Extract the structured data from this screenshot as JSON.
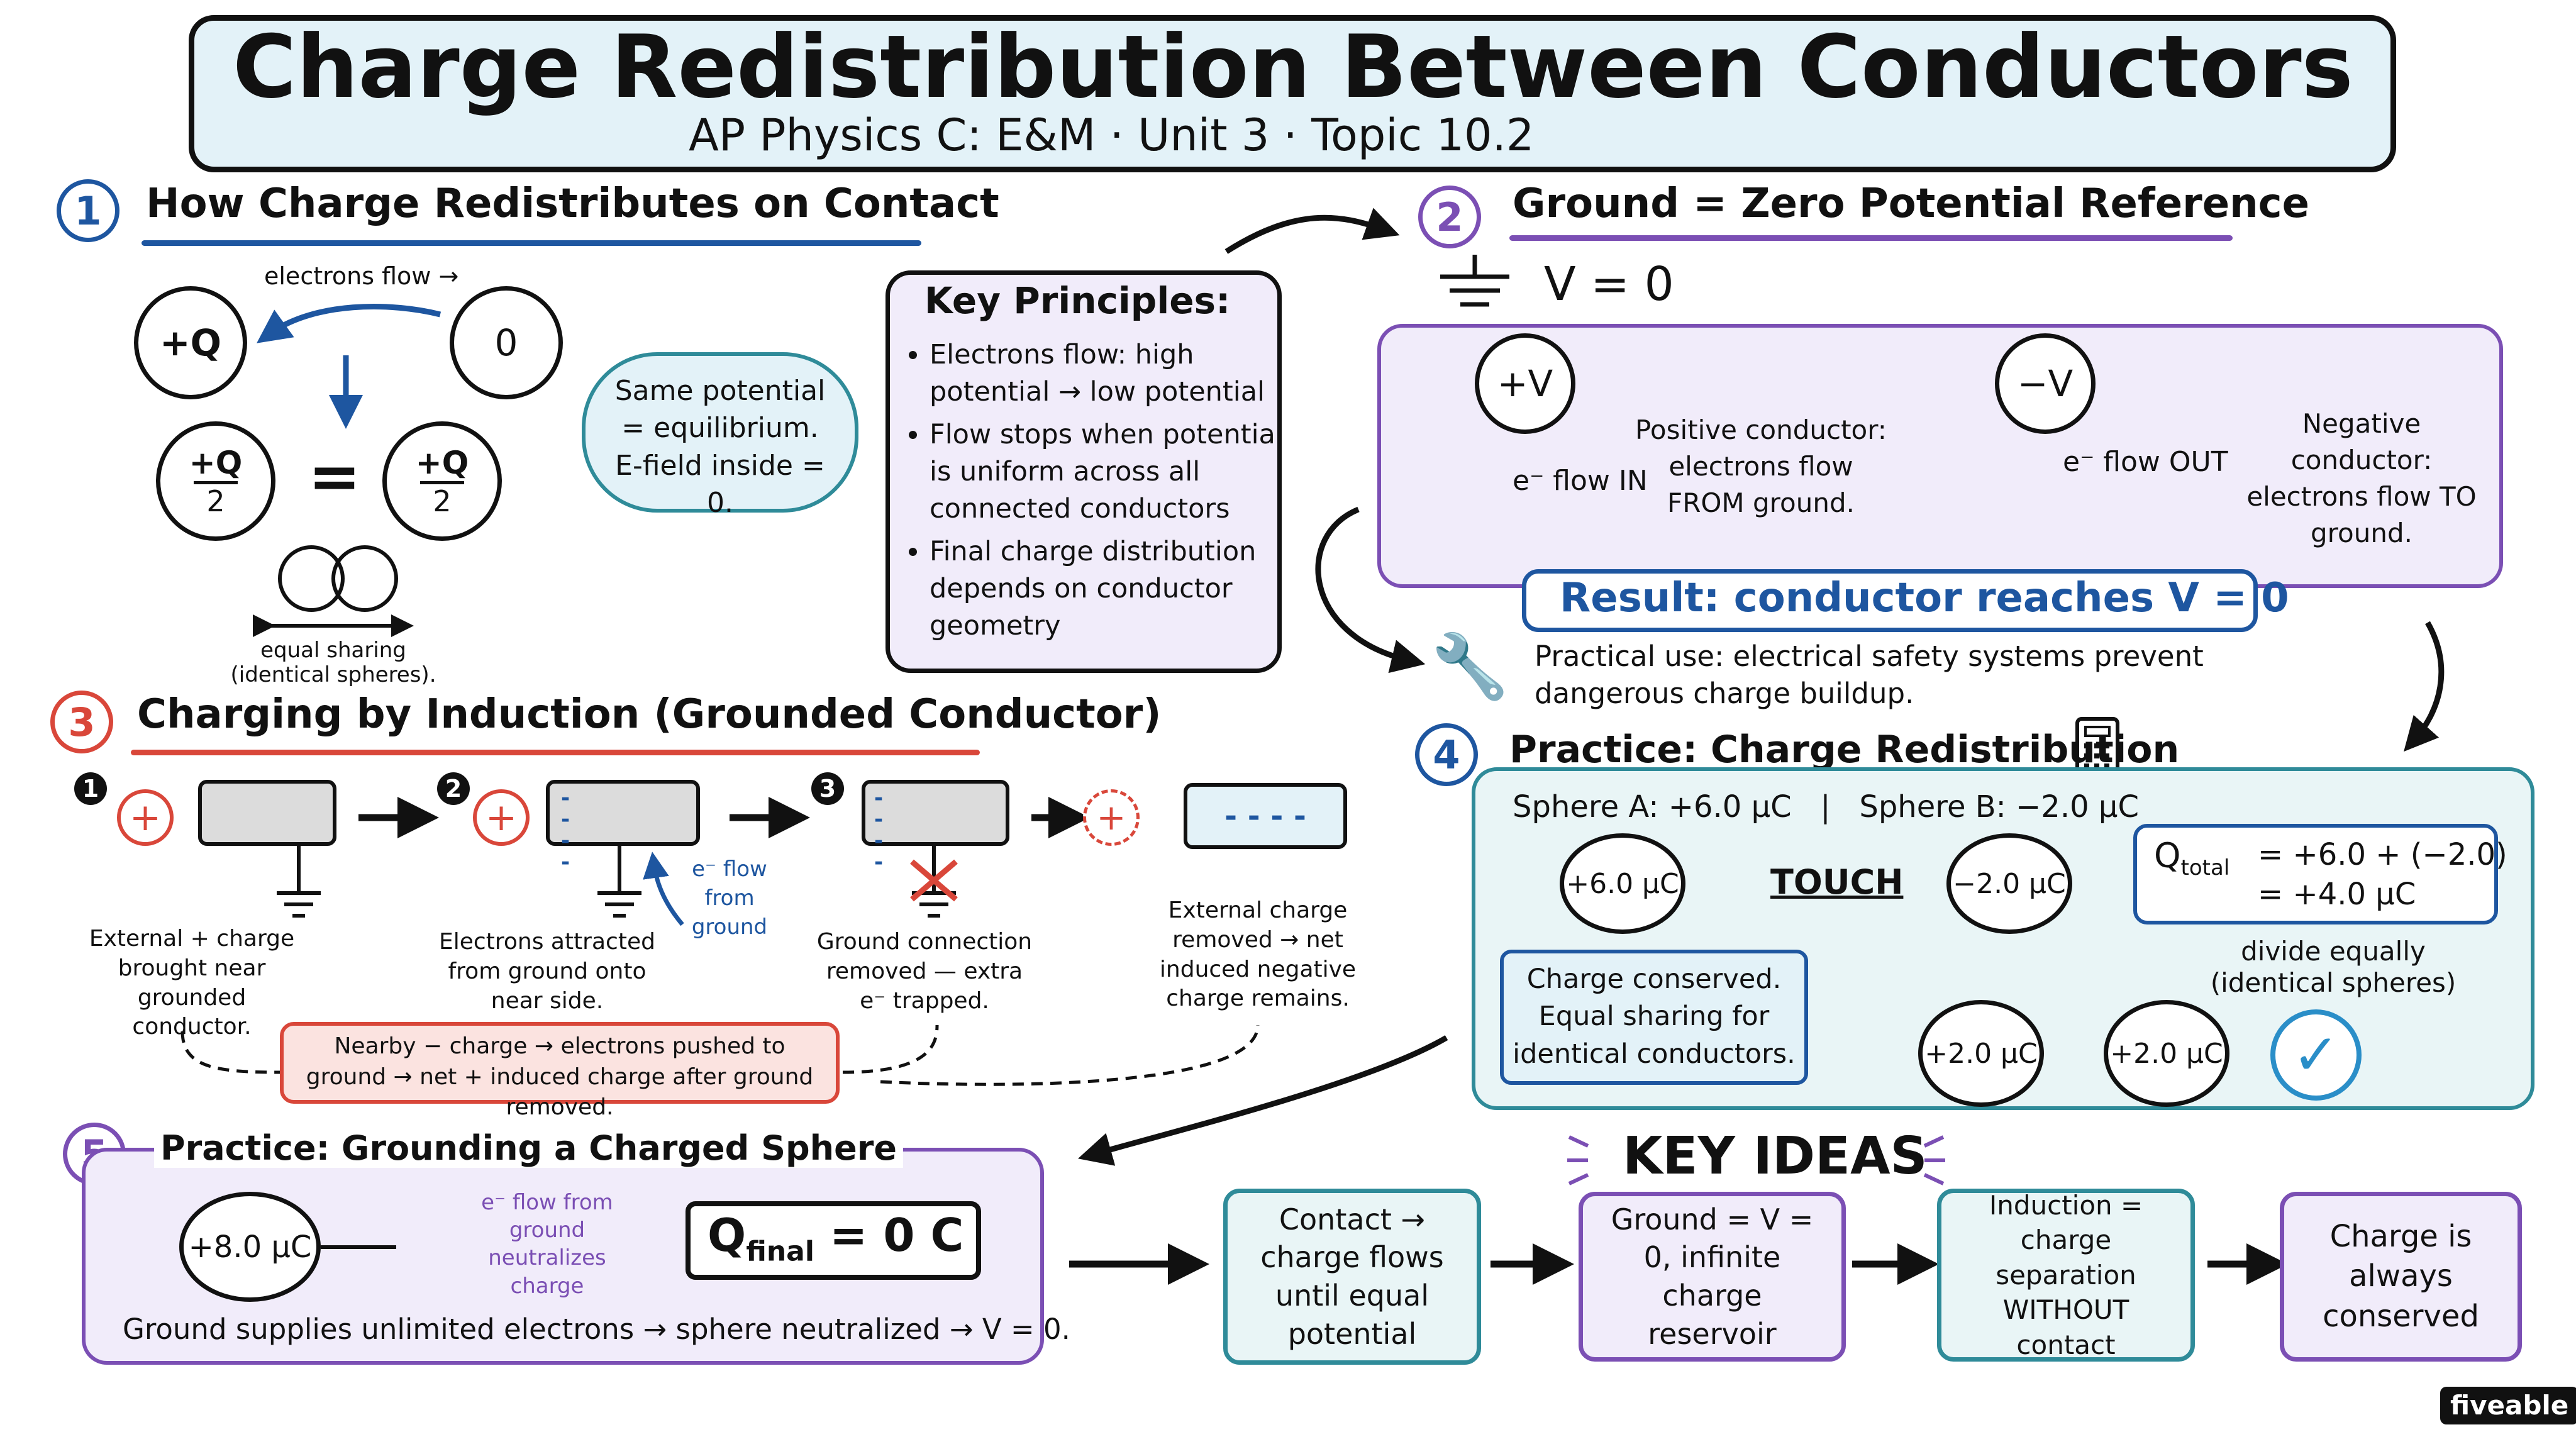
{
  "header": {
    "title": "Charge Redistribution Between Conductors",
    "subtitle": "AP Physics C: E&M · Unit 3 · Topic 10.2"
  },
  "colors": {
    "blue": "#1e56a0",
    "purple": "#7b4fb4",
    "red": "#d9473a",
    "teal": "#2f8b99",
    "title_bg": "#e3f2f8",
    "purple_bg": "#f1ecfa",
    "teal_bg": "#e9f5f6",
    "red_bg": "#fbe3e0"
  },
  "section1": {
    "number": "1",
    "title": "How Charge Redistributes on Contact",
    "flow_label": "electrons flow →",
    "sphere_a": "+Q",
    "sphere_b": "0",
    "half_num": "+Q",
    "half_den": "2",
    "equals": "=",
    "cloud_text": "Same potential = equilibrium. E-field inside = 0.",
    "equal_sharing": "equal sharing (identical spheres).",
    "key_principles": {
      "title": "Key Principles:",
      "items": [
        "Electrons flow: high potential → low potential",
        "Flow stops when potential is uniform across all connected conductors",
        "Final charge distribution depends on conductor geometry"
      ]
    }
  },
  "section2": {
    "number": "2",
    "title": "Ground = Zero Potential Reference",
    "v_zero": "V = 0",
    "pos_label": "+V",
    "neg_label": "−V",
    "flow_in": "e⁻ flow IN",
    "flow_out": "e⁻ flow OUT",
    "pos_desc": "Positive conductor: electrons flow FROM ground.",
    "neg_desc": "Negative conductor: electrons flow TO ground.",
    "result": "Result: conductor reaches V = 0",
    "practical": "Practical use: electrical safety systems prevent dangerous charge buildup."
  },
  "section3": {
    "number": "3",
    "title": "Charging by Induction (Grounded Conductor)",
    "steps": [
      {
        "num": "1",
        "caption": "External + charge brought near grounded conductor."
      },
      {
        "num": "2",
        "caption": "Electrons attracted from ground onto near side."
      },
      {
        "num": "3",
        "caption": "Ground connection removed — extra e⁻ trapped."
      },
      {
        "num": "",
        "caption": "External charge removed → net induced negative charge remains."
      }
    ],
    "flow_note": "e⁻ flow from ground",
    "summary": "Nearby − charge → electrons pushed to ground → net + induced charge after ground removed.",
    "plus": "+",
    "minus_marks": "- - - -"
  },
  "section4": {
    "number": "4",
    "title": "Practice: Charge Redistribution",
    "given": "Sphere A: +6.0 μC   |   Sphere B: −2.0 μC",
    "sphere_a": "+6.0 μC",
    "sphere_b": "−2.0 μC",
    "touch": "TOUCH",
    "q_symbol": "Q",
    "q_sub": "total",
    "q_line1": "= +6.0 + (−2.0)",
    "q_line2": "= +4.0 μC",
    "divide": "divide equally (identical spheres)",
    "conserved": "Charge conserved. Equal sharing for identical conductors.",
    "final_a": "+2.0 μC",
    "final_b": "+2.0 μC",
    "check_icon": "check-icon",
    "calc_icon": "calculator-icon"
  },
  "section5": {
    "number": "5",
    "title": "Practice: Grounding a Charged Sphere",
    "sphere": "+8.0 μC",
    "flow_note": "e⁻ flow from ground neutralizes charge",
    "q_symbol": "Q",
    "q_sub": "final",
    "q_value": "= 0 C",
    "bottom": "Ground supplies unlimited electrons → sphere neutralized → V = 0."
  },
  "key_ideas": {
    "title": "KEY IDEAS",
    "items": [
      "Contact → charge flows until equal potential",
      "Ground = V = 0, infinite charge reservoir",
      "Induction = charge separation WITHOUT contact",
      "Charge is always conserved"
    ]
  },
  "logo": "fiveable"
}
